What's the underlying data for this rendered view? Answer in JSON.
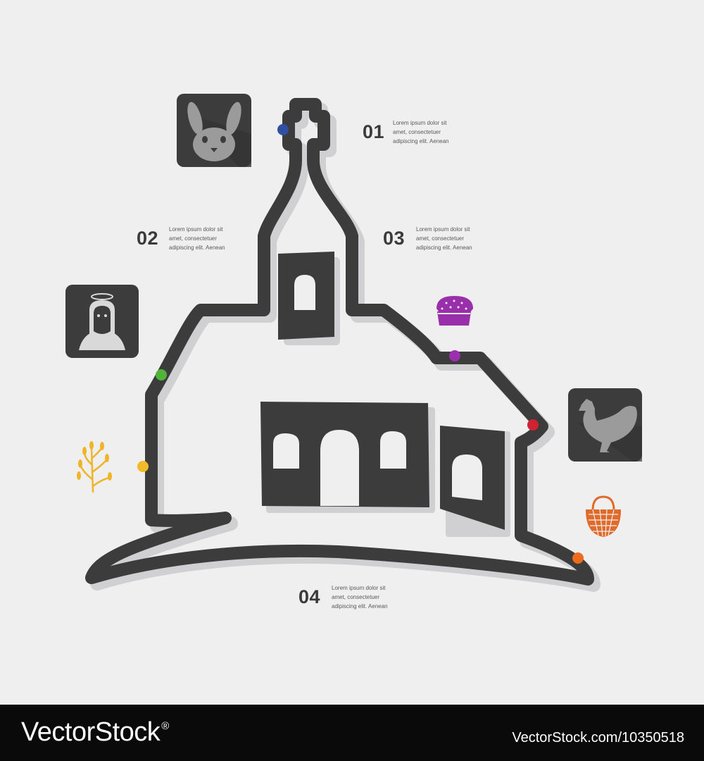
{
  "steps": [
    {
      "number": "01",
      "lines": [
        "Lorem ipsum dolor sit",
        "amet, consectetuer",
        "adipiscing elit. Aenean"
      ]
    },
    {
      "number": "02",
      "lines": [
        "Lorem ipsum dolor sit",
        "amet, consectetuer",
        "adipiscing elit. Aenean"
      ]
    },
    {
      "number": "03",
      "lines": [
        "Lorem ipsum dolor sit",
        "amet, consectetuer",
        "adipiscing elit. Aenean"
      ]
    },
    {
      "number": "04",
      "lines": [
        "Lorem ipsum dolor sit",
        "amet, consectetuer",
        "adipiscing elit. Aenean"
      ]
    }
  ],
  "icons": {
    "rabbit": "rabbit-icon",
    "saint": "saint-icon",
    "hen": "hen-icon",
    "cake": "easter-cake-icon",
    "willow": "willow-branch-icon",
    "basket": "egg-basket-icon"
  },
  "colors": {
    "background": "#efeff0",
    "line": "#3c3c3c",
    "shadow": "#d0d0d2",
    "dot_blue": "#2f4fa0",
    "dot_green": "#52b33b",
    "dot_yellow": "#f2b928",
    "dot_purple": "#9c2fae",
    "dot_red": "#cf2233",
    "dot_orange": "#ec6b1d",
    "cake": "#9a2fab",
    "willow": "#f0b429",
    "basket": "#e06a2a"
  },
  "footer": {
    "brand": "VectorStock",
    "reg": "®",
    "image_id": "VectorStock.com/10350518"
  }
}
